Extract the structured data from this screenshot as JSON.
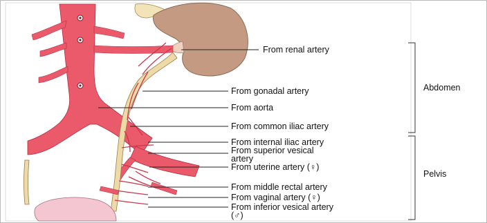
{
  "labels": [
    "From renal artery",
    "From gonadal artery",
    "From aorta",
    "From common iliac artery",
    "From internal iliac artery",
    "From superior vesical",
    "artery",
    "From uterine artery (♀)",
    "From middle rectal artery",
    "From vaginal artery (♀)",
    "From inferior vesical artery",
    "(♂)"
  ],
  "groups": {
    "abdomen": "Abdomen",
    "pelvis": "Pelvis"
  },
  "colors": {
    "vessel": "#ea5a6a",
    "vessel_dark": "#c9364a",
    "kidney": "#c49a82",
    "ureter": "#eed9a8",
    "bladder": "#f3c6d1",
    "bracket": "#333333"
  }
}
